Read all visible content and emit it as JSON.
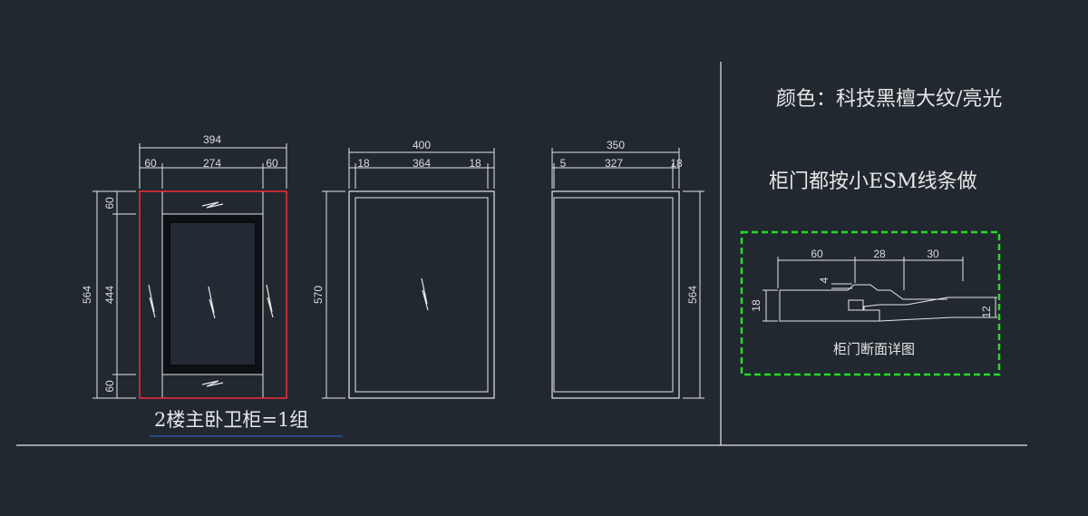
{
  "colors": {
    "background": "#212830",
    "line": "#e6e6e6",
    "selection": "#e8202a",
    "highlight_box": "#22dd22",
    "underline": "#2f4fa0"
  },
  "drawing": {
    "caption": "2楼主卧卫柜=1组",
    "note_color": "颜色：科技黑檀大纹/亮光",
    "note_door": "柜门都按小ESM线条做",
    "door1": {
      "overall_width": "394",
      "left_margin": "60",
      "inner_width": "274",
      "right_margin": "60",
      "overall_height": "564",
      "top_margin": "60",
      "inner_height": "444",
      "bottom_margin": "60"
    },
    "door2": {
      "overall_width": "400",
      "left_margin": "18",
      "inner_width": "364",
      "right_margin": "18",
      "overall_height": "570"
    },
    "door3": {
      "overall_width": "350",
      "left_margin": "5",
      "inner_width": "327",
      "right_margin": "18",
      "overall_height": "564"
    },
    "section": {
      "title": "柜门断面详图",
      "dim_a": "60",
      "dim_b": "28",
      "dim_c": "30",
      "dim_small": "4",
      "dim_left": "18",
      "dim_right": "12"
    }
  }
}
